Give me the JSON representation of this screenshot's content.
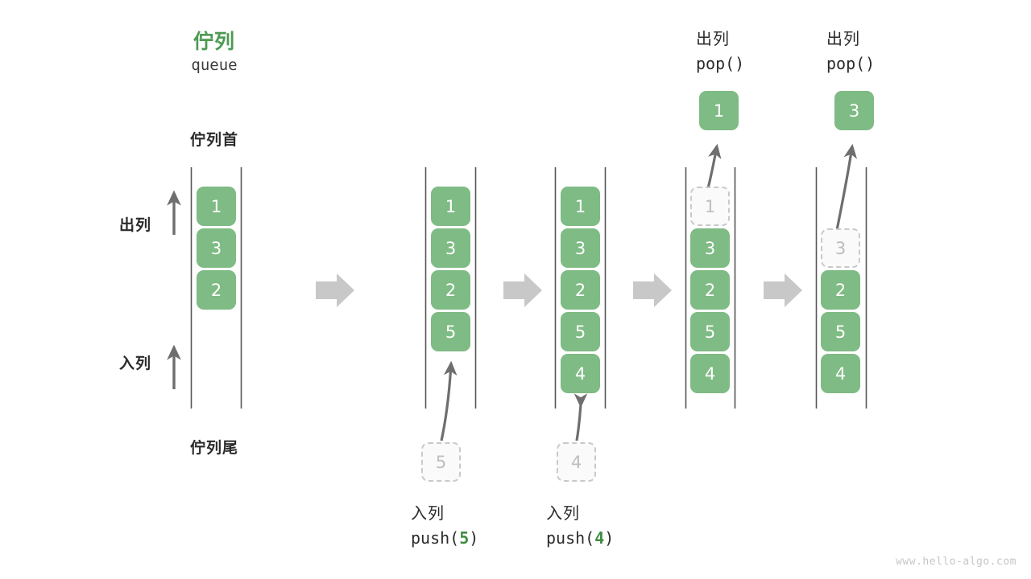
{
  "title": {
    "zh": "佇列",
    "en": "queue"
  },
  "labels": {
    "head": "佇列首",
    "tail": "佇列尾",
    "dequeue": "出列",
    "enqueue": "入列"
  },
  "colors": {
    "cell_fill": "#7fbb84",
    "cell_text": "#ffffff",
    "ghost_fill": "#fafafa",
    "ghost_border": "#c9c9c9",
    "ghost_text": "#bdbdbd",
    "rail": "#555555",
    "arrow": "#6e6e6e",
    "flow_arrow": "#c8c8c8",
    "title_green": "#4e9a51",
    "code_arg_green": "#3f8c42",
    "text": "#2b2b2b",
    "watermark": "#c6c6c6"
  },
  "columns": [
    {
      "id": "col-1-initial",
      "cells": [
        {
          "value": "1",
          "state": "filled"
        },
        {
          "value": "3",
          "state": "filled"
        },
        {
          "value": "2",
          "state": "filled"
        }
      ]
    },
    {
      "id": "col-2-after-push-5",
      "cells": [
        {
          "value": "1",
          "state": "filled"
        },
        {
          "value": "3",
          "state": "filled"
        },
        {
          "value": "2",
          "state": "filled"
        },
        {
          "value": "5",
          "state": "filled"
        }
      ],
      "incoming": {
        "value": "5",
        "state": "ghost"
      },
      "caption": {
        "zh": "入列",
        "code_prefix": "push(",
        "code_arg": "5",
        "code_suffix": ")"
      }
    },
    {
      "id": "col-3-after-push-4",
      "cells": [
        {
          "value": "1",
          "state": "filled"
        },
        {
          "value": "3",
          "state": "filled"
        },
        {
          "value": "2",
          "state": "filled"
        },
        {
          "value": "5",
          "state": "filled"
        },
        {
          "value": "4",
          "state": "filled"
        }
      ],
      "incoming": {
        "value": "4",
        "state": "ghost"
      },
      "caption": {
        "zh": "入列",
        "code_prefix": "push(",
        "code_arg": "4",
        "code_suffix": ")"
      }
    },
    {
      "id": "col-4-after-pop-1",
      "cells": [
        {
          "value": "1",
          "state": "ghost"
        },
        {
          "value": "3",
          "state": "filled"
        },
        {
          "value": "2",
          "state": "filled"
        },
        {
          "value": "5",
          "state": "filled"
        },
        {
          "value": "4",
          "state": "filled"
        }
      ],
      "popped": {
        "value": "1",
        "state": "filled"
      },
      "caption": {
        "zh": "出列",
        "code_prefix": "pop(",
        "code_arg": "",
        "code_suffix": ")"
      }
    },
    {
      "id": "col-5-after-pop-3",
      "cells": [
        {
          "value": "",
          "state": "empty"
        },
        {
          "value": "3",
          "state": "ghost"
        },
        {
          "value": "2",
          "state": "filled"
        },
        {
          "value": "5",
          "state": "filled"
        },
        {
          "value": "4",
          "state": "filled"
        }
      ],
      "popped": {
        "value": "3",
        "state": "filled"
      },
      "caption": {
        "zh": "出列",
        "code_prefix": "pop(",
        "code_arg": "",
        "code_suffix": ")"
      }
    }
  ],
  "watermark": "www.hello-algo.com"
}
